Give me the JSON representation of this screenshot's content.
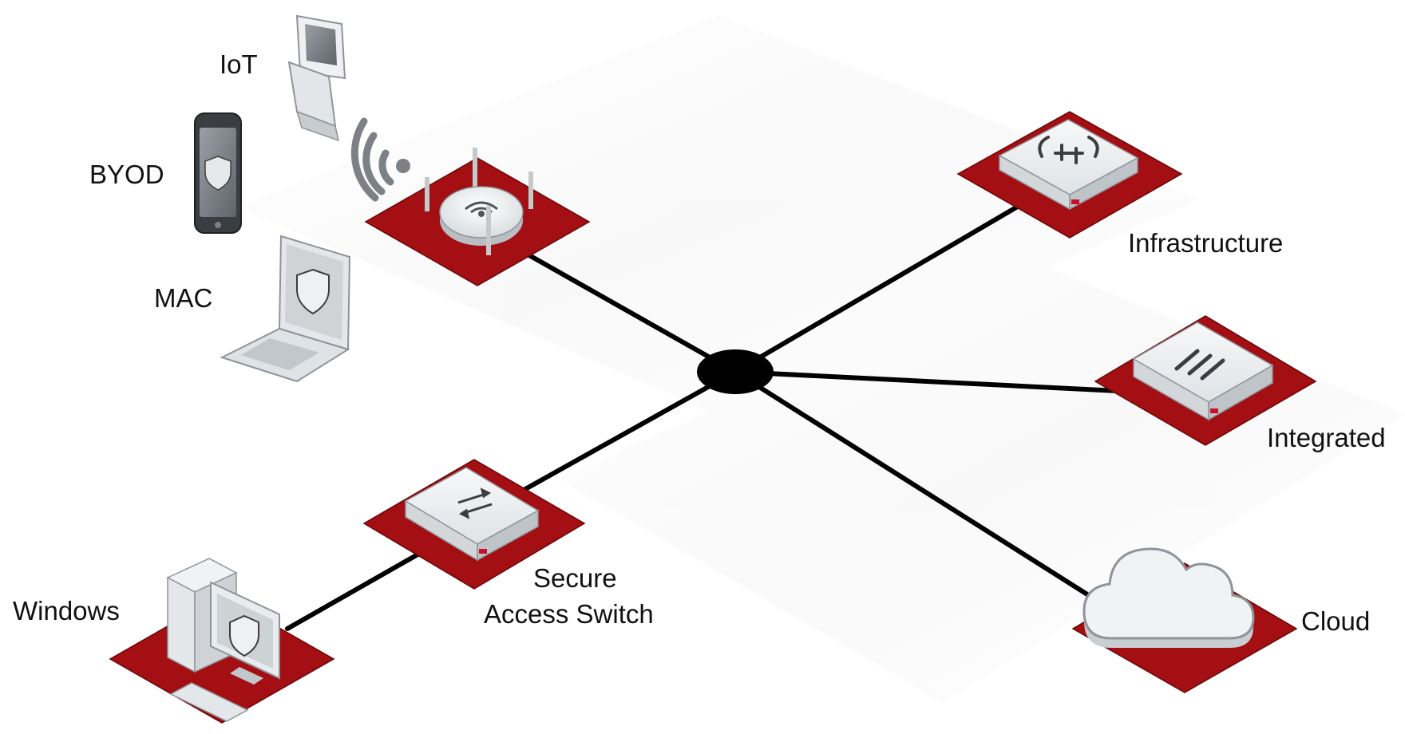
{
  "diagram": {
    "colors": {
      "pad": "#a30f12",
      "pad_edge": "#6b0608",
      "link": "#000000",
      "hub": "#000000",
      "device_body": "#e9ecee",
      "device_edge": "#8e949a",
      "accent": "#c8102e"
    },
    "hub": {
      "name": "network-hub"
    },
    "nodes": [
      {
        "id": "wireless-ap",
        "icon": "wireless-access-point-icon"
      },
      {
        "id": "infrastructure",
        "label": "Infrastructure",
        "icon": "firewall-appliance-icon"
      },
      {
        "id": "integrated",
        "label": "Integrated",
        "icon": "integrated-appliance-icon"
      },
      {
        "id": "secure-access-switch",
        "label_lines": [
          "Secure",
          "Access Switch"
        ],
        "icon": "network-switch-icon"
      },
      {
        "id": "cloud",
        "label": "Cloud",
        "icon": "cloud-icon"
      },
      {
        "id": "windows",
        "label": "Windows",
        "icon": "desktop-computer-icon"
      }
    ],
    "endpoints": [
      {
        "id": "iot",
        "label": "IoT",
        "icon": "kiosk-icon"
      },
      {
        "id": "byod",
        "label": "BYOD",
        "icon": "smartphone-icon"
      },
      {
        "id": "mac",
        "label": "MAC",
        "icon": "laptop-icon"
      }
    ],
    "wireless_signal_icon": "wifi-signal-icon"
  }
}
